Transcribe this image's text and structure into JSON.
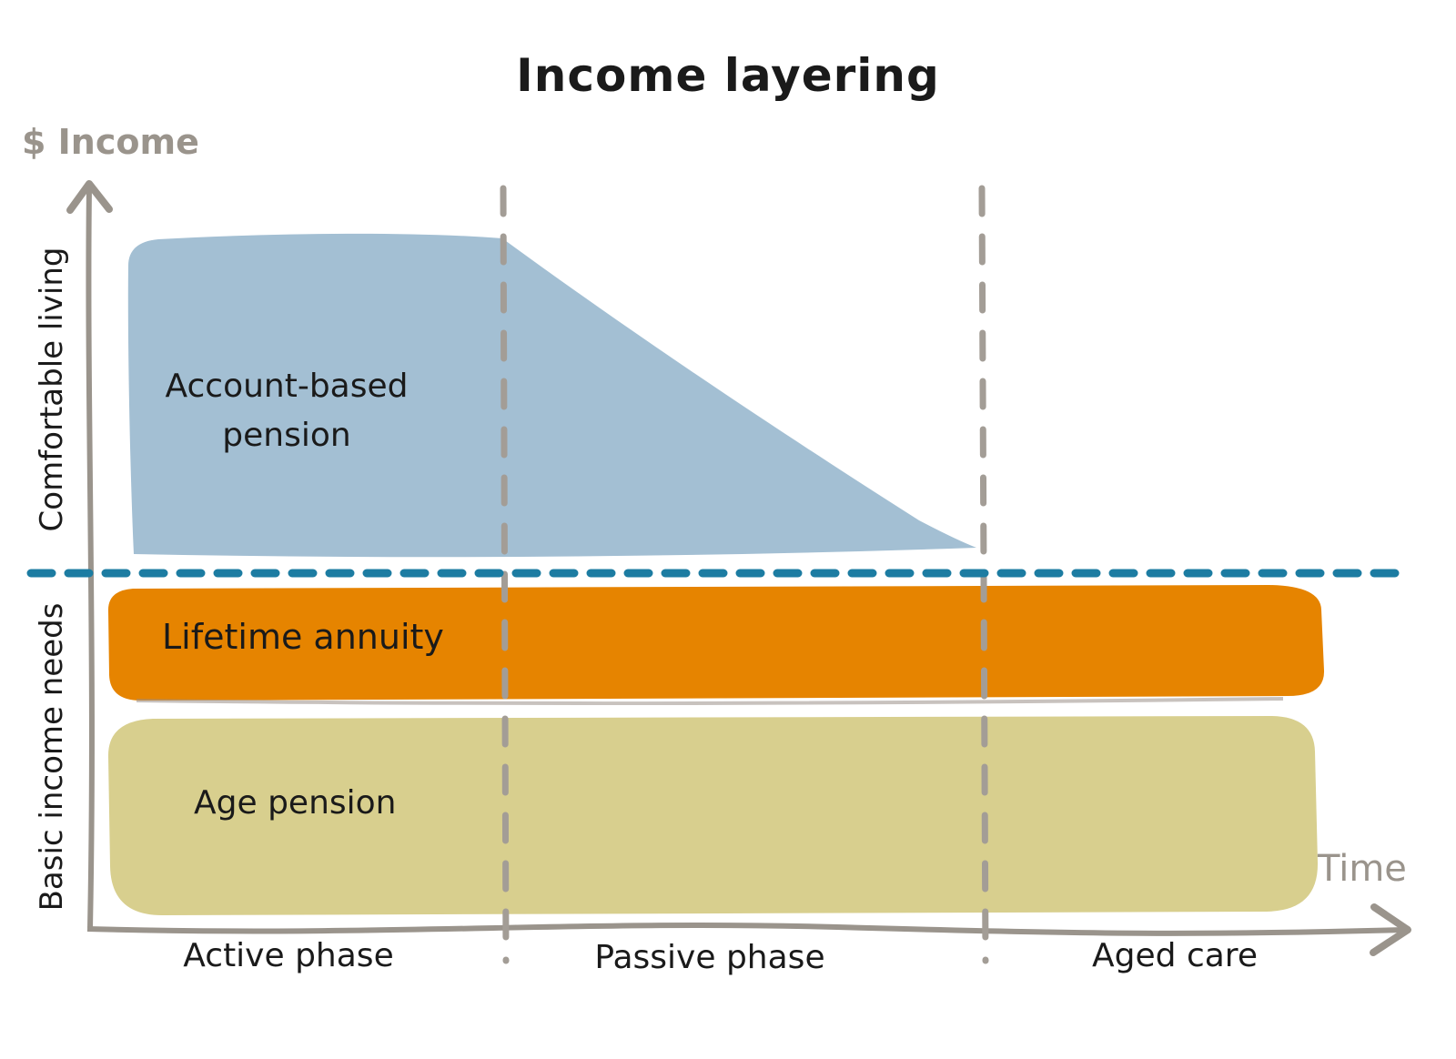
{
  "style": {
    "axis_color": "#9a948c",
    "divider_color": "#a39d96",
    "band_edge_color": "#9a9089",
    "text_color": "#1a1a1a",
    "muted_text_color": "#9a948c"
  },
  "chart_data": {
    "type": "area",
    "title": "Income layering",
    "xlabel": "Time",
    "ylabel": "$ Income",
    "x_categories": [
      "Active phase",
      "Passive phase",
      "Aged care"
    ],
    "x_dividers": "dashed grey vertical lines at the two phase boundaries",
    "y_zones": [
      {
        "label": "Comfortable living",
        "range_relative": [
          0.5,
          1.0
        ]
      },
      {
        "label": "Basic income needs",
        "range_relative": [
          0.0,
          0.5
        ]
      }
    ],
    "threshold_line": {
      "style": "dashed",
      "color": "#1c7ca2",
      "y_relative": 0.5,
      "meaning": "boundary between basic income needs and comfortable living"
    },
    "series": [
      {
        "name": "Account-based pension",
        "color": "#a3bfd3",
        "shape": "area above threshold: full height through active phase, declines through passive phase, depleted before aged care",
        "band_bottom_relative": 0.53,
        "top_profile": [
          {
            "x_phase": "start of active phase",
            "y_relative": 0.96
          },
          {
            "x_phase": "end of active phase",
            "y_relative": 0.97
          },
          {
            "x_phase": "mid passive phase",
            "y_relative": 0.75
          },
          {
            "x_phase": "end of passive phase",
            "y_relative": 0.54
          }
        ]
      },
      {
        "name": "Lifetime annuity",
        "color": "#e68400",
        "shape": "constant band just below threshold across all phases",
        "band_relative": [
          0.31,
          0.47
        ]
      },
      {
        "name": "Age pension",
        "color": "#d8cf8e",
        "shape": "constant band at bottom across all phases",
        "band_relative": [
          0.03,
          0.28
        ]
      }
    ],
    "legend": "labels drawn inside areas",
    "grid": false
  }
}
